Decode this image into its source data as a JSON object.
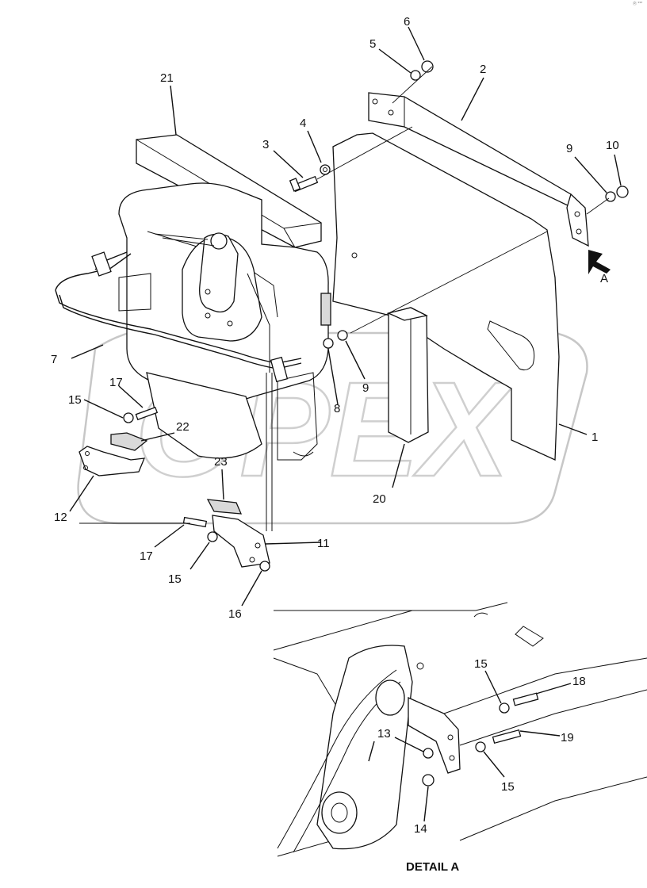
{
  "figure": {
    "part_numbers": [
      "1",
      "2",
      "3",
      "4",
      "5",
      "6",
      "7",
      "8",
      "9",
      "10",
      "11",
      "12",
      "13",
      "14",
      "15",
      "16",
      "17",
      "18",
      "19",
      "20",
      "21",
      "22",
      "23"
    ],
    "view_letter": "A",
    "detail_caption": "DETAIL A",
    "watermark": "OPEX",
    "corner_mark": "Ⓡ ***"
  },
  "labels": {
    "l1": "1",
    "l2": "2",
    "l3": "3",
    "l4": "4",
    "l5": "5",
    "l6": "6",
    "l7": "7",
    "l8": "8",
    "l9a": "9",
    "l9b": "9",
    "l10": "10",
    "l11": "11",
    "l12": "12",
    "l13": "13",
    "l14": "14",
    "l15a": "15",
    "l15b": "15",
    "l15c": "15",
    "l15d": "15",
    "l16": "16",
    "l17a": "17",
    "l17b": "17",
    "l18": "18",
    "l19": "19",
    "l20": "20",
    "l21": "21",
    "l22": "22",
    "l23": "23",
    "la": "A"
  }
}
